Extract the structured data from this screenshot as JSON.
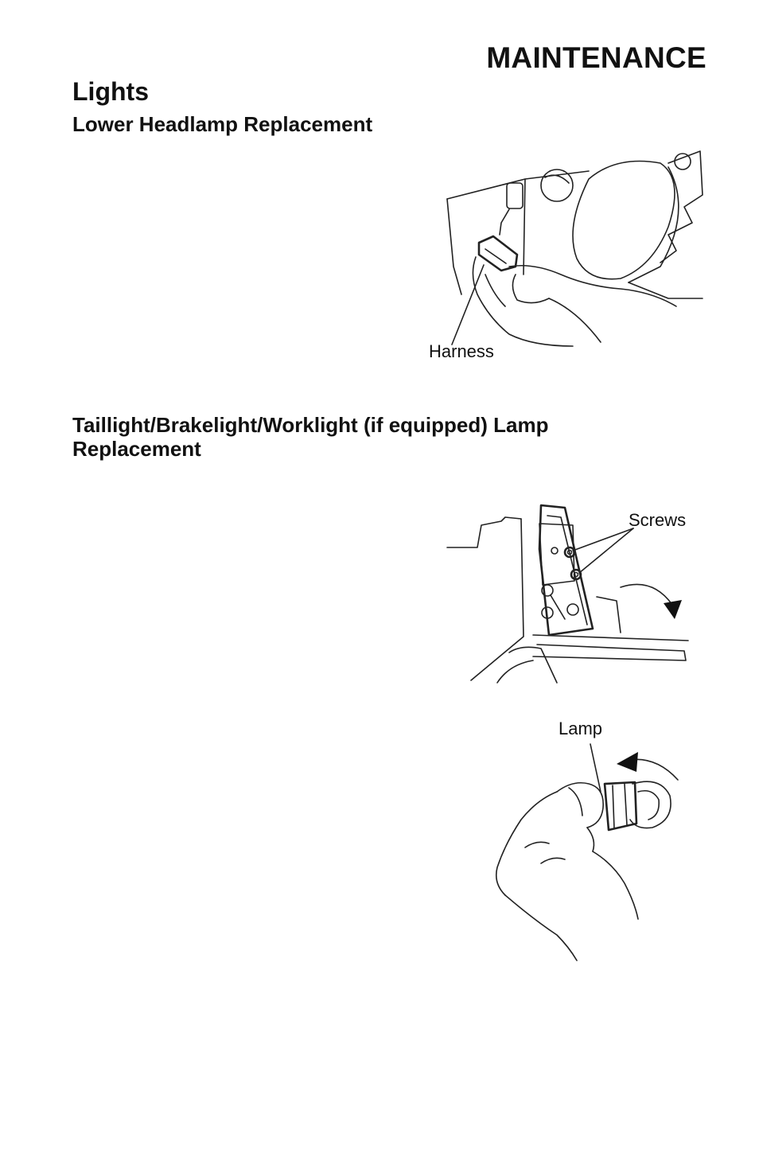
{
  "header": {
    "section": "MAINTENANCE"
  },
  "content": {
    "title": "Lights",
    "subsection1": "Lower Headlamp Replacement",
    "subsection2": "Taillight/Brakelight/Worklight (if equipped) Lamp Replacement"
  },
  "figures": {
    "headlamp": {
      "label": "Harness"
    },
    "taillight": {
      "label": "Screws"
    },
    "lamp": {
      "label": "Lamp"
    }
  }
}
